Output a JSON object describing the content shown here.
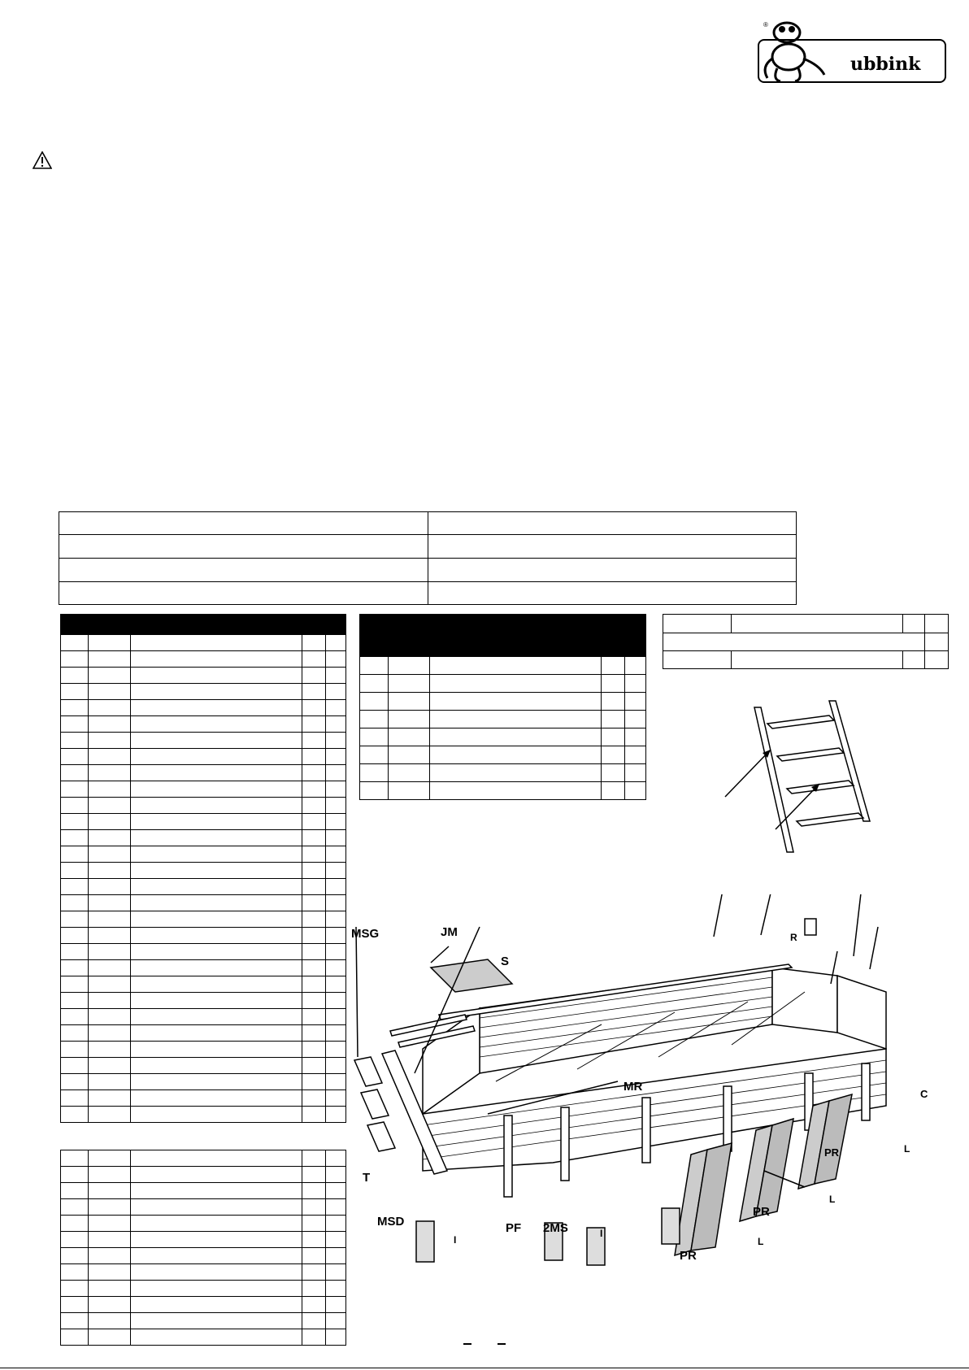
{
  "brand": {
    "logo_text": "ubbink",
    "registered_mark": "®"
  },
  "diagram_labels": {
    "msg": "MSG",
    "jm": "JM",
    "s": "S",
    "r": "R",
    "mr": "MR",
    "c": "C",
    "t": "T",
    "msd": "MSD",
    "pf": "PF",
    "ms2": "2MS",
    "l1": "L",
    "l2": "L",
    "l3": "L",
    "pr1": "PR",
    "pr2": "PR",
    "pr3": "PR",
    "i1": "I",
    "i2": "I"
  },
  "colors": {
    "ink": "#000000",
    "header_fill": "#000000",
    "part_gray": "#bdbdbd",
    "background": "#ffffff"
  },
  "icons": {
    "warning": "warning-triangle-icon"
  }
}
